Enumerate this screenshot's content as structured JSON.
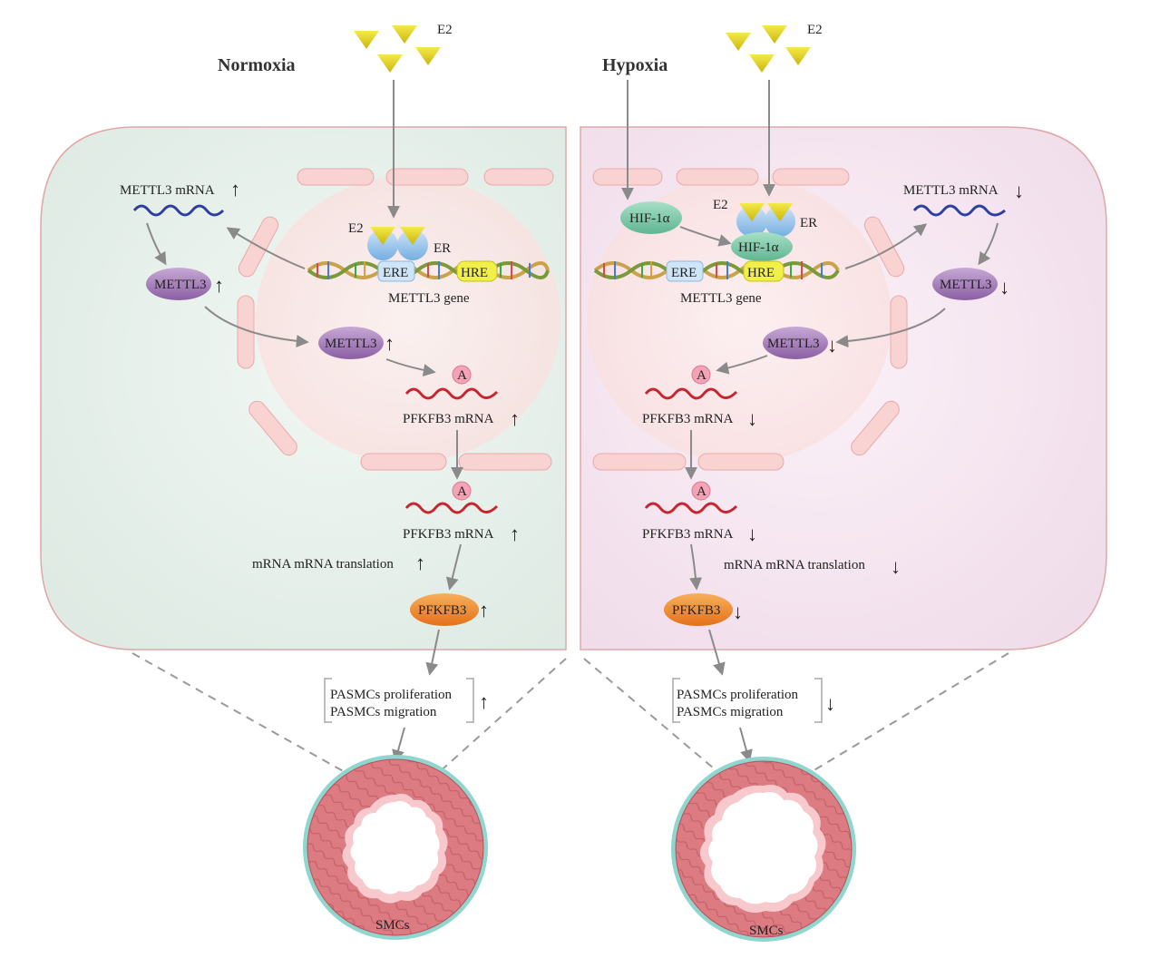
{
  "left": {
    "title": "Normoxia",
    "e2_top": "E2",
    "e2_receptor": "E2",
    "er": "ER",
    "ere": "ERE",
    "hre": "HRE",
    "gene": "METTL3 gene",
    "mettl3_mrna": "METTL3 mRNA",
    "mettl3_cyto": "METTL3",
    "mettl3_nuc": "METTL3",
    "m6a_nuc": "A",
    "pfkfb3_mrna_nuc": "PFKFB3 mRNA",
    "m6a_cyto": "A",
    "pfkfb3_mrna_cyto": "PFKFB3 mRNA",
    "translation": "mRNA mRNA translation",
    "pfkfb3": "PFKFB3",
    "proliferation": "PASMCs proliferation",
    "migration": "PASMCs migration",
    "smcs": "SMCs",
    "direction_arrow": "↑"
  },
  "right": {
    "title": "Hypoxia",
    "e2_top": "E2",
    "e2_receptor": "E2",
    "er": "ER",
    "hif_cyto": "HIF-1α",
    "hif_nuc": "HIF-1α",
    "ere": "ERE",
    "hre": "HRE",
    "gene": "METTL3 gene",
    "mettl3_mrna": "METTL3 mRNA",
    "mettl3_cyto": "METTL3",
    "mettl3_nuc": "METTL3",
    "m6a_nuc": "A",
    "pfkfb3_mrna_nuc": "PFKFB3 mRNA",
    "m6a_cyto": "A",
    "pfkfb3_mrna_cyto": "PFKFB3 mRNA",
    "translation": "mRNA mRNA translation",
    "pfkfb3": "PFKFB3",
    "proliferation": "PASMCs proliferation",
    "migration": "PASMCs migration",
    "smcs": "SMCs",
    "direction_arrow": "↓"
  },
  "colors": {
    "up_arrow": "#d42020",
    "down_arrow": "#d42020",
    "cell_left": "#e6f0ea",
    "cell_right": "#f5e6f0",
    "nucleus_fill": "#fbe4e4",
    "nucleus_border": "#f2b9b9",
    "ligand": "#e6d21a",
    "receptor": "#8fc1ec",
    "hif": "#7fcbaa",
    "mettl3": "#a57fb8",
    "pfkfb3": "#ee8a2a",
    "m6a": "#f4a2b5",
    "vessel": "#d9717a",
    "vessel_rim": "#8fd6cf"
  }
}
